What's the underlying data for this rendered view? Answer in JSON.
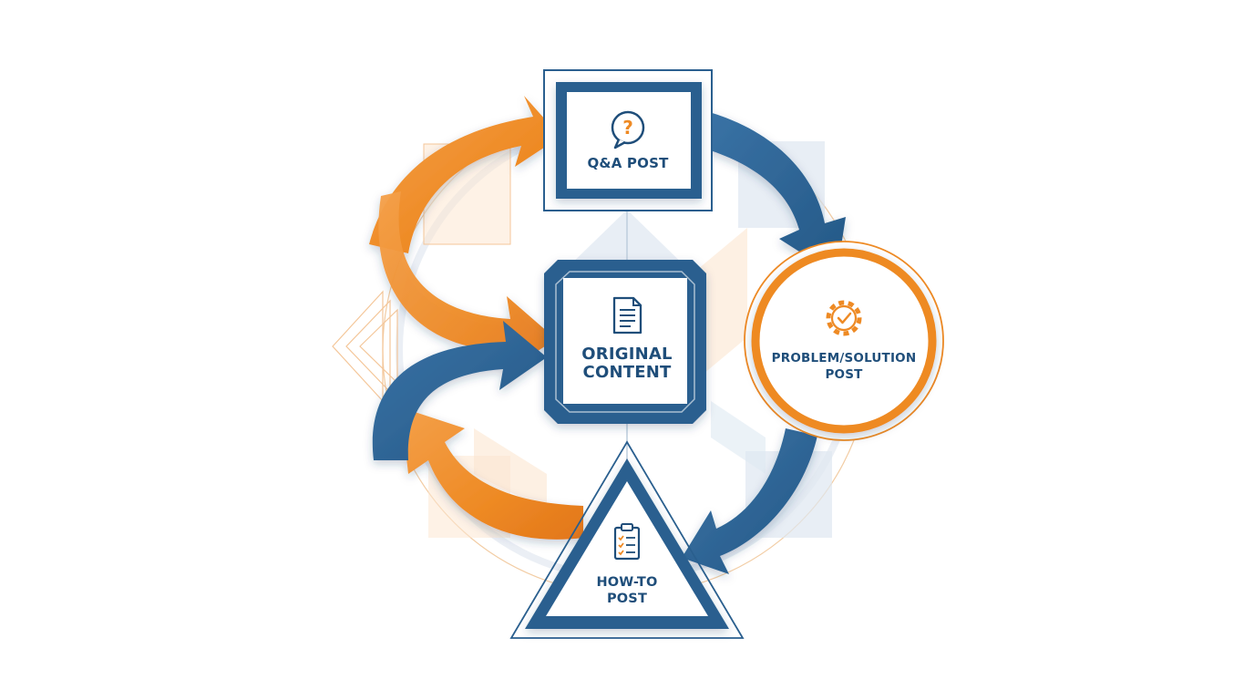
{
  "colors": {
    "navy": "#2a5f8f",
    "navy_dark": "#1f4e7a",
    "orange": "#ee8a24",
    "orange_light": "#f6b46a",
    "light_blue": "#dbe6f0",
    "peach": "#fbe3cc",
    "white": "#ffffff"
  },
  "nodes": {
    "qa": {
      "label": "Q&A POST",
      "icon": "question-bubble-icon"
    },
    "original": {
      "label_line1": "ORIGINAL",
      "label_line2": "CONTENT",
      "icon": "document-icon"
    },
    "problem": {
      "label_line1": "PROBLEM/SOLUTION",
      "label_line2": "POST",
      "icon": "gear-check-icon"
    },
    "howto": {
      "label_line1": "HOW-TO",
      "label_line2": "POST",
      "icon": "clipboard-checklist-icon"
    }
  }
}
